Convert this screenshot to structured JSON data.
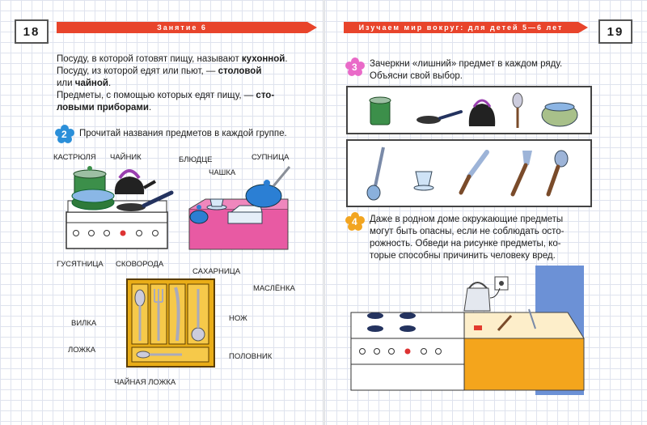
{
  "left_page": {
    "page_number": "18",
    "header": "Занятие 6",
    "intro": {
      "l1_a": "Посуду, в которой готовят пищу, называют ",
      "l1_b": "кухонной",
      "l1_c": ".",
      "l2_a": "Посуду, из которой едят или пьют, — ",
      "l2_b": "столовой",
      "l3_a": "или ",
      "l3_b": "чайной",
      "l3_c": ".",
      "l4_a": "Предметы, с помощью которых едят пищу, — ",
      "l4_b": "сто-",
      "l5_b": "ловыми приборами",
      "l5_c": "."
    },
    "task2": {
      "number": "2",
      "text": "Прочитай названия предметов в каждой группе."
    },
    "labels": {
      "kastryulya": "КАСТРЮЛЯ",
      "chaynik": "ЧАЙНИК",
      "blyudtse": "БЛЮДЦЕ",
      "supnitsa": "СУПНИЦА",
      "chashka": "ЧАШКА",
      "gusyatnitsa": "ГУСЯТНИЦА",
      "skovoroda": "СКОВОРОДА",
      "sakharnitsa": "САХАРНИЦА",
      "maslenka": "МАСЛЁНКА",
      "vilka": "ВИЛКА",
      "nozh": "НОЖ",
      "lozhka": "ЛОЖКА",
      "polovnik": "ПОЛОВНИК",
      "chaynaya_lozhka": "ЧАЙНАЯ ЛОЖКА"
    }
  },
  "right_page": {
    "page_number": "19",
    "header": "Изучаем мир вокруг: для детей 5—6 лет",
    "task3": {
      "number": "3",
      "line1": "Зачеркни «лишний» предмет в каждом ряду.",
      "line2": "Объясни свой выбор."
    },
    "task4": {
      "number": "4",
      "line1": "Даже в родном доме окружающие предметы",
      "line2": "могут быть опасны, если не соблюдать осто-",
      "line3": "рожность. Обведи на рисунке предметы, ко-",
      "line4": "торые способны причинить человеку вред."
    }
  },
  "colors": {
    "header_red": "#e8442b",
    "flower_blue": "#2b8fd9",
    "flower_pink": "#e96ac8",
    "flower_orange": "#f2a521",
    "table_pink": "#e85aa3",
    "tray_yellow": "#e9ad17",
    "wall_blue": "#6c91d6",
    "cabinet_orange": "#f4a51c"
  }
}
